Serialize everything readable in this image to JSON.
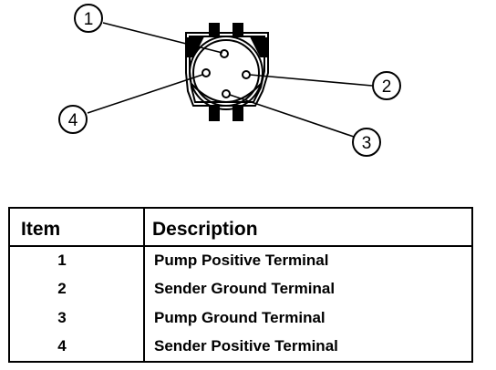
{
  "diagram": {
    "callouts": [
      {
        "label": "1"
      },
      {
        "label": "2"
      },
      {
        "label": "3"
      },
      {
        "label": "4"
      }
    ]
  },
  "legend": {
    "headers": {
      "item": "Item",
      "description": "Description"
    },
    "rows": [
      {
        "item": "1",
        "description": "Pump Positive Terminal"
      },
      {
        "item": "2",
        "description": "Sender Ground Terminal"
      },
      {
        "item": "3",
        "description": "Pump Ground Terminal"
      },
      {
        "item": "4",
        "description": "Sender Positive Terminal"
      }
    ]
  }
}
